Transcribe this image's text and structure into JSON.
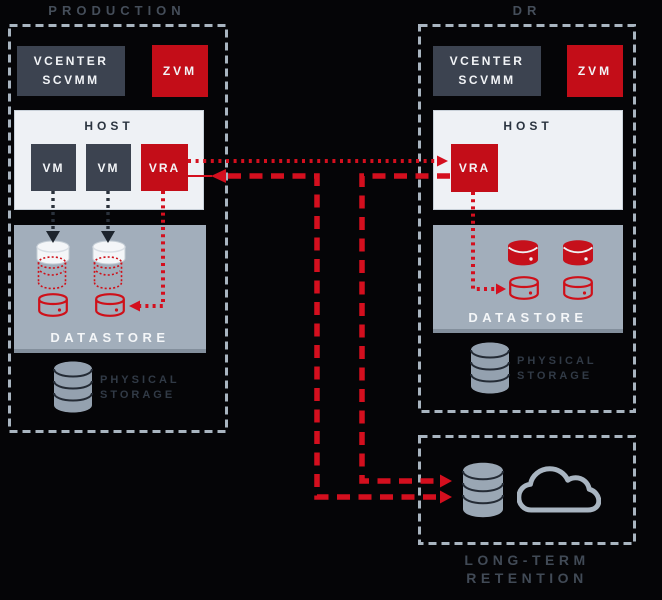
{
  "production": {
    "label": "PRODUCTION",
    "vcenter": {
      "line1": "VCENTER",
      "line2": "SCVMM"
    },
    "zvm_label": "ZVM",
    "host": {
      "label": "HOST",
      "vm1": "VM",
      "vm2": "VM",
      "vra_label": "VRA"
    },
    "datastore": {
      "label": "DATASTORE",
      "icons": [
        "disk-icon",
        "disk-icon",
        "replica-disk-dotted-icon",
        "replica-disk-dotted-icon",
        "replica-disk-icon",
        "replica-disk-icon"
      ]
    },
    "physical_storage": {
      "line1": "PHYSICAL",
      "line2": "STORAGE",
      "icon": "database-icon"
    }
  },
  "dr": {
    "label": "DR",
    "vcenter": {
      "line1": "VCENTER",
      "line2": "SCVMM"
    },
    "zvm_label": "ZVM",
    "host": {
      "label": "HOST",
      "vra_label": "VRA"
    },
    "datastore": {
      "label": "DATASTORE",
      "icons": [
        "disk-solid-red-icon",
        "disk-solid-red-icon",
        "replica-disk-icon",
        "replica-disk-icon"
      ]
    },
    "physical_storage": {
      "line1": "PHYSICAL",
      "line2": "STORAGE",
      "icon": "database-icon"
    }
  },
  "long_term_retention": {
    "label_line1": "LONG-TERM",
    "label_line2": "RETENTION",
    "icons": [
      "database-icon",
      "cloud-icon"
    ]
  },
  "connections": [
    {
      "name": "replication-production-vra-to-dr-vra",
      "style": "dotted-red"
    },
    {
      "name": "production-vra-to-long-term-retention",
      "style": "dashed-red"
    },
    {
      "name": "dr-vra-to-long-term-retention",
      "style": "dashed-red"
    },
    {
      "name": "production-vra-to-datastore",
      "style": "dotted-red"
    },
    {
      "name": "dr-vra-to-datastore",
      "style": "dotted-red"
    },
    {
      "name": "vm-writes-to-datastore",
      "style": "dotted-dark"
    }
  ],
  "colors": {
    "background": "#050507",
    "accent_red": "#c30d18",
    "arrow_red": "#d40f1e",
    "slate_box": "#3c4350",
    "host_bg": "#eef1f5",
    "datastore_bg": "#a2aebb",
    "dashed_border": "#a9b5c0",
    "storage_gray": "#94a1af",
    "section_label": "#454e5a"
  }
}
